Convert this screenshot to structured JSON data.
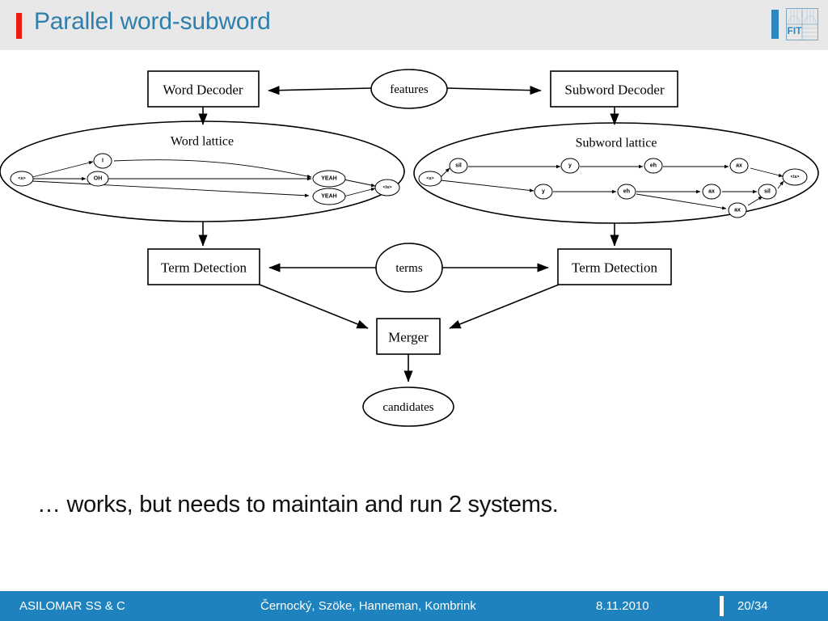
{
  "header": {
    "title": "Parallel word-subword",
    "accent_color": "#ee1b11",
    "title_color": "#2e7fac",
    "background_color": "#e8e8e8",
    "logo": {
      "name": "fit-logo",
      "text": "FIT",
      "bar_color": "#2e86c1"
    }
  },
  "diagram": {
    "type": "flowchart",
    "nodes": {
      "features": "features",
      "word_decoder": "Word Decoder",
      "subword_decoder": "Subword Decoder",
      "word_lattice_title": "Word lattice",
      "subword_lattice_title": "Subword lattice",
      "terms": "terms",
      "term_detection_left": "Term Detection",
      "term_detection_right": "Term Detection",
      "merger": "Merger",
      "candidates": "candidates"
    },
    "word_lattice": {
      "nodes": [
        "<s>",
        "I",
        "OH",
        "YEAH",
        "YEAH",
        "</s>"
      ]
    },
    "subword_lattice": {
      "nodes": [
        "<s>",
        "sil",
        "y",
        "eh",
        "ax",
        "y",
        "eh",
        "ax",
        "ax",
        "sil",
        "</s>"
      ]
    }
  },
  "caption": {
    "text": "… works, but needs to maintain and run 2 systems."
  },
  "footer": {
    "left": "ASILOMAR SS & C",
    "center": "Černocký, Szöke, Hanneman, Kombrink",
    "date": "8.11.2010",
    "page": "20/34",
    "background_color": "#1d82bd"
  }
}
